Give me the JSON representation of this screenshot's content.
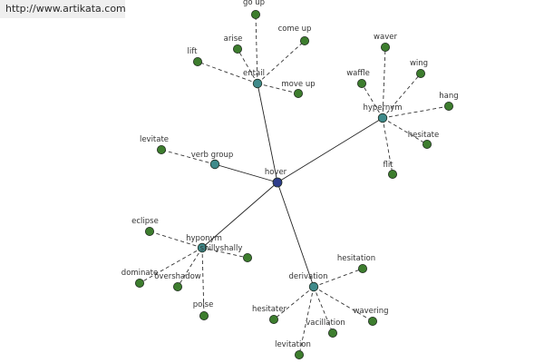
{
  "watermark": "http://www.artikata.com",
  "colors": {
    "center": "#2e3d8c",
    "hub": "#3f8a8a",
    "leaf": "#3d7d2e",
    "edge": "#222222",
    "dashed_edge": "#333333"
  },
  "graph": {
    "center": {
      "id": "hover",
      "label": "hover"
    },
    "hubs": [
      {
        "id": "entail",
        "label": "entail",
        "leaves": [
          "go up",
          "come up",
          "arise",
          "lift",
          "move up"
        ]
      },
      {
        "id": "hypernym",
        "label": "hypernym",
        "leaves": [
          "waver",
          "waffle",
          "wing",
          "hang",
          "hesitate",
          "flit"
        ]
      },
      {
        "id": "verb_group",
        "label": "verb group",
        "leaves": [
          "levitate"
        ]
      },
      {
        "id": "hyponym",
        "label": "hyponym",
        "leaves": [
          "eclipse",
          "shillyshally",
          "dominate",
          "overshadow",
          "poise"
        ]
      },
      {
        "id": "derivation",
        "label": "derivation",
        "leaves": [
          "hesitation",
          "hesitater",
          "vacillation",
          "wavering",
          "levitation"
        ]
      }
    ]
  }
}
